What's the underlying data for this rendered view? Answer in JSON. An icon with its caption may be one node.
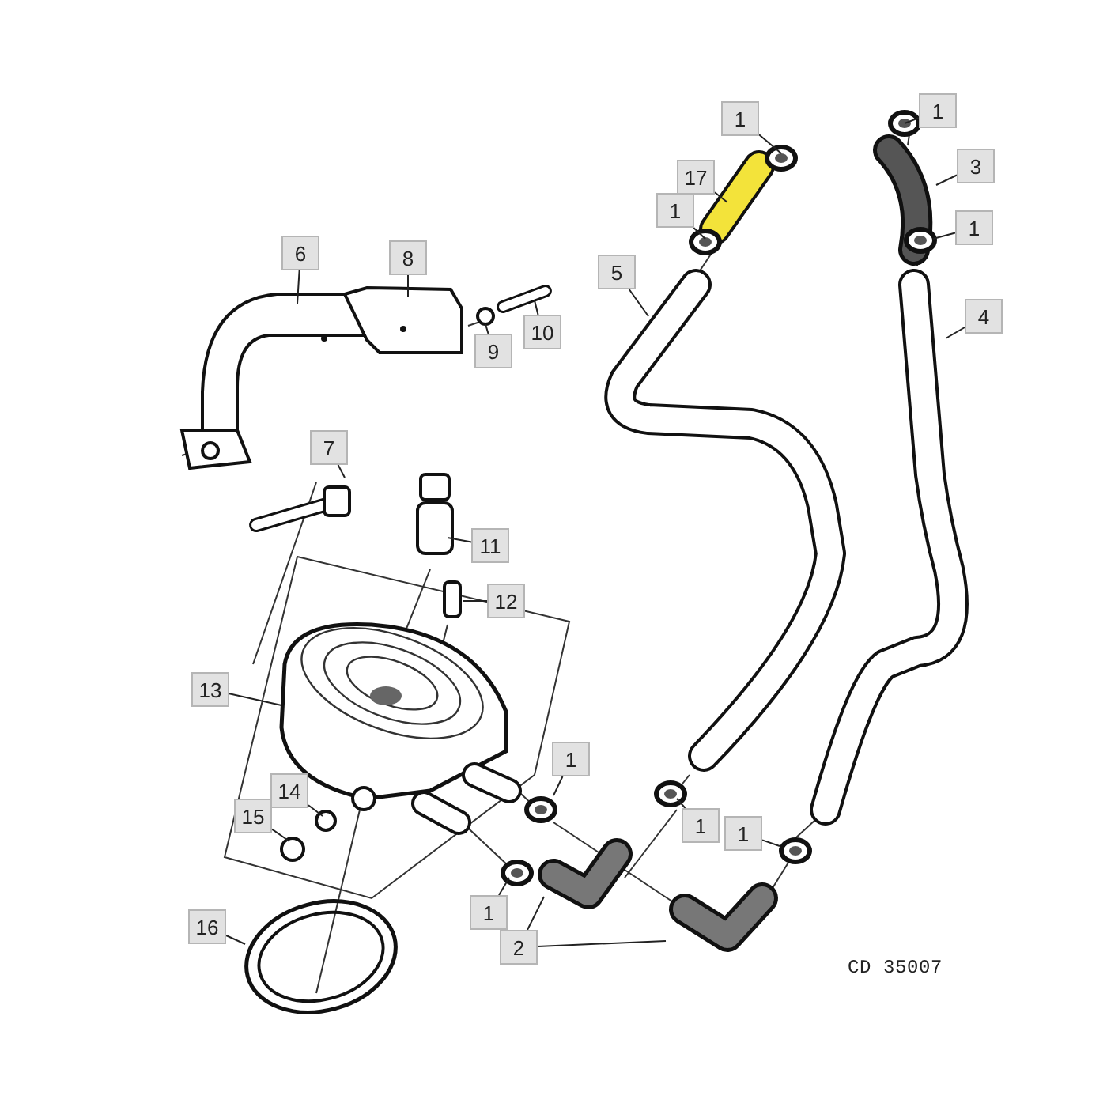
{
  "diagram": {
    "nodes": [
      {
        "text": [
          "1"
        ]
      },
      {
        "text": [
          "17"
        ]
      },
      {
        "text": [
          "1"
        ]
      },
      {
        "text": [
          "5"
        ]
      },
      {
        "text": [
          "1"
        ]
      },
      {
        "text": [
          "3"
        ]
      },
      {
        "text": [
          "1"
        ]
      },
      {
        "text": [
          "4"
        ]
      },
      {
        "text": [
          "6"
        ]
      },
      {
        "text": [
          "8"
        ]
      },
      {
        "text": [
          "9"
        ]
      },
      {
        "text": [
          "10"
        ]
      },
      {
        "text": [
          "7"
        ]
      },
      {
        "text": [
          "11"
        ]
      },
      {
        "text": [
          "12"
        ]
      },
      {
        "text": [
          "13"
        ]
      },
      {
        "text": [
          "1"
        ]
      },
      {
        "text": [
          "14"
        ]
      },
      {
        "text": [
          "15"
        ]
      },
      {
        "text": [
          "1"
        ]
      },
      {
        "text": [
          "1"
        ]
      },
      {
        "text": [
          "1"
        ]
      },
      {
        "text": [
          "2"
        ]
      },
      {
        "text": [
          "16"
        ]
      }
    ],
    "edges": [
      {
        "from": 0,
        "to": null,
        "arrow": "none"
      },
      {
        "from": 1,
        "to": null,
        "arrow": "none"
      },
      {
        "from": 2,
        "to": null,
        "arrow": "none"
      },
      {
        "from": 3,
        "to": null,
        "arrow": "none"
      },
      {
        "from": 4,
        "to": null,
        "arrow": "none"
      },
      {
        "from": 5,
        "to": null,
        "arrow": "none"
      },
      {
        "from": 6,
        "to": null,
        "arrow": "none"
      },
      {
        "from": 7,
        "to": null,
        "arrow": "none"
      },
      {
        "from": 8,
        "to": null,
        "arrow": "none"
      },
      {
        "from": 9,
        "to": null,
        "arrow": "none"
      },
      {
        "from": 10,
        "to": null,
        "arrow": "none"
      },
      {
        "from": 11,
        "to": null,
        "arrow": "none"
      },
      {
        "from": 12,
        "to": null,
        "arrow": "none"
      },
      {
        "from": 13,
        "to": null,
        "arrow": "none"
      },
      {
        "from": 14,
        "to": null,
        "arrow": "none"
      },
      {
        "from": 15,
        "to": null,
        "arrow": "none"
      },
      {
        "from": 16,
        "to": null,
        "arrow": "none"
      },
      {
        "from": 17,
        "to": null,
        "arrow": "none"
      },
      {
        "from": 18,
        "to": null,
        "arrow": "none"
      },
      {
        "from": 19,
        "to": null,
        "arrow": "none"
      },
      {
        "from": 20,
        "to": null,
        "arrow": "none"
      },
      {
        "from": 21,
        "to": null,
        "arrow": "none"
      },
      {
        "from": 22,
        "to": null,
        "arrow": "none"
      },
      {
        "from": 22,
        "to": null,
        "arrow": "none"
      },
      {
        "from": 23,
        "to": null,
        "arrow": "none"
      }
    ],
    "labels": [
      "CD 35007"
    ]
  }
}
